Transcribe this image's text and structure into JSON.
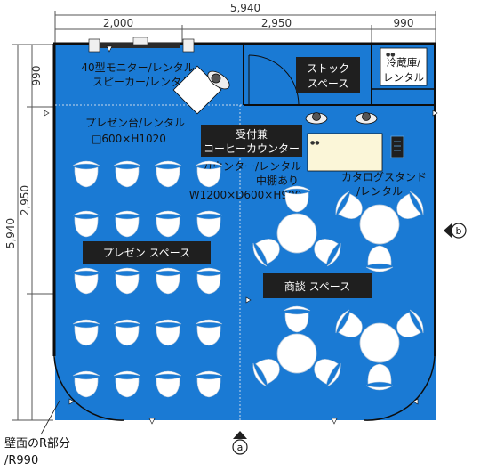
{
  "dimensions": {
    "top_total": "5,940",
    "top_left": "2,000",
    "top_mid": "2,950",
    "top_right": "990",
    "left_total": "5,940",
    "left_mid": "2,950",
    "left_top": "990"
  },
  "labels": {
    "monitor_line1": "40型モニター/レンタル",
    "monitor_line2": "スピーカー/レンタル",
    "stock_line1": "ストック",
    "stock_line2": "スペース",
    "fridge_line1": "冷蔵庫/",
    "fridge_line2": "レンタル",
    "podium_line1": "プレゼン台/レンタル",
    "podium_line2": "□600×H1020",
    "reception_line1": "受付兼",
    "reception_line2": "コーヒーカウンター",
    "counter_line1": "カウンター/レンタル",
    "counter_line2": "中棚あり",
    "counter_line3": "W1200×D600×H900",
    "catalog_line1": "カタログスタンド",
    "catalog_line2": "/レンタル",
    "presentation_space": "プレゼン スペース",
    "meeting_space": "商談 スペース",
    "wall_note_line1": "壁面のR部分",
    "wall_note_line2": "/R990",
    "marker_a": "a",
    "marker_b": "b"
  },
  "colors": {
    "floor": "#1a7ad4",
    "wall": "#0d0d0d",
    "furniture": "#ffffff",
    "tag_bg": "#1f1f1f",
    "counter": "#fbf6d8",
    "dim_line": "#555555"
  }
}
